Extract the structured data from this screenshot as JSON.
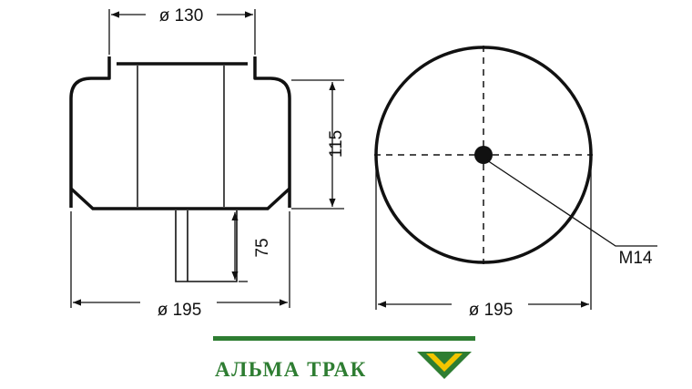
{
  "dimensions": {
    "top_diameter": "ø 130",
    "height": "115",
    "stud_length": "75",
    "bottom_diameter_side": "ø 195",
    "bottom_diameter_top": "ø 195",
    "thread": "M14"
  },
  "brand": {
    "name": "АЛЬМА ТРАК",
    "color_green": "#2e7d32",
    "color_yellow": "#f2c500",
    "logo": "chevron-logo-icon"
  }
}
